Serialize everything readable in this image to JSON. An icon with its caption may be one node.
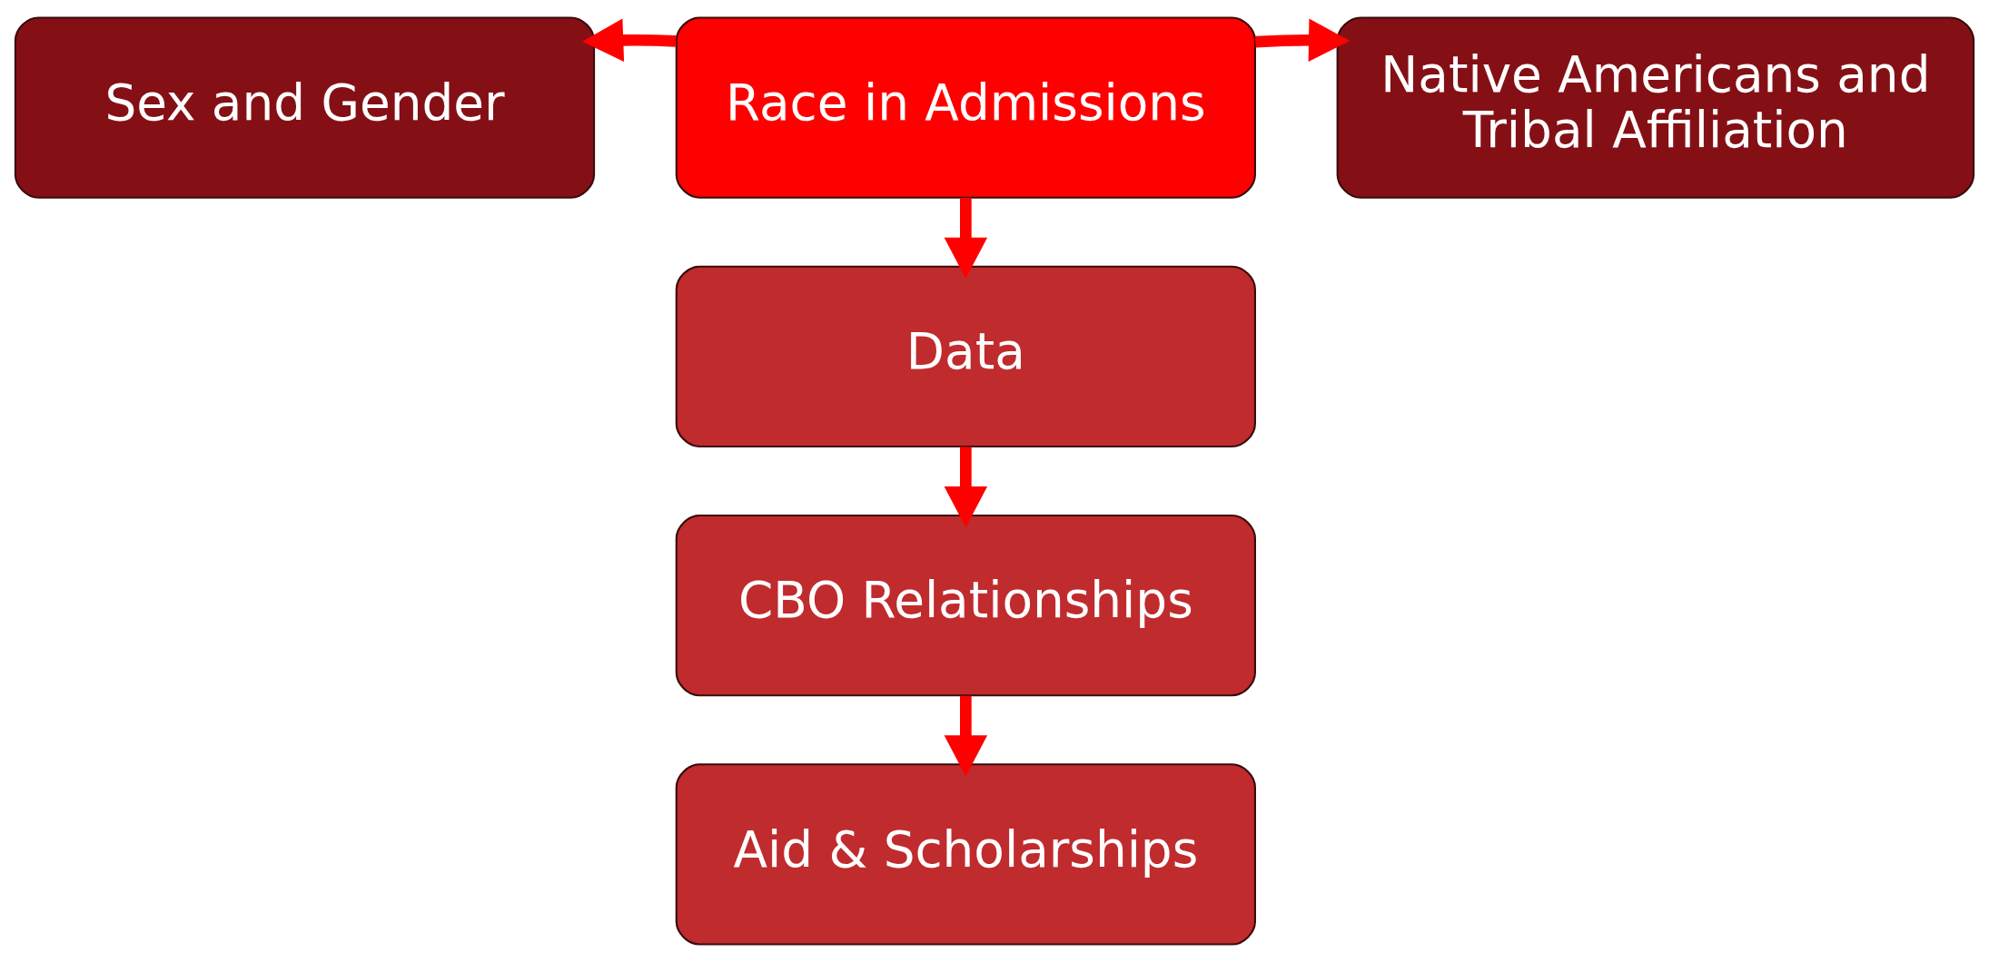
{
  "diagram": {
    "nodes": [
      {
        "text": [
          "Race in Admissions"
        ]
      },
      {
        "text": [
          "Sex and Gender"
        ]
      },
      {
        "text": [
          "Native Americans and Tribal Affiliation"
        ]
      },
      {
        "text": [
          "Data"
        ]
      },
      {
        "text": [
          "CBO Relationships"
        ]
      },
      {
        "text": [
          "Aid & Scholarships"
        ]
      }
    ],
    "edges": [
      {
        "from": 0,
        "to": 1,
        "arrow": "to"
      },
      {
        "from": 0,
        "to": 2,
        "arrow": "to"
      },
      {
        "from": 0,
        "to": 3,
        "arrow": "to"
      },
      {
        "from": 3,
        "to": 4,
        "arrow": "to"
      },
      {
        "from": 4,
        "to": 5,
        "arrow": "to"
      }
    ]
  }
}
